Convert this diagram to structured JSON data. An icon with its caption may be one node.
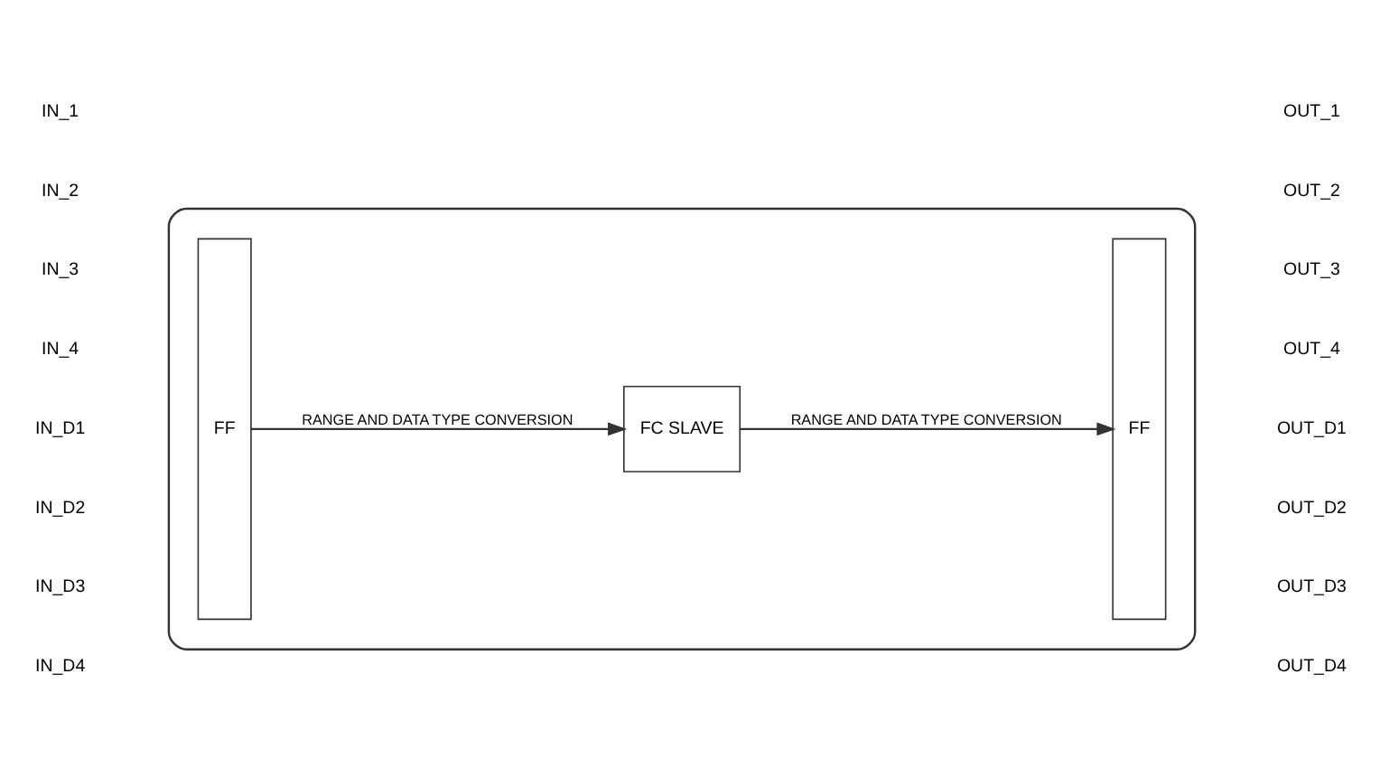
{
  "diagram": {
    "nodes": [
      {
        "text": [],
        "shape": "box"
      },
      {
        "text": [
          "FF"
        ],
        "in": 0
      },
      {
        "text": [
          "FC SLAVE"
        ],
        "in": 0
      },
      {
        "text": [
          "FF"
        ],
        "in": 0
      }
    ],
    "edges": [
      {
        "from": 1,
        "to": 2,
        "arrow": "to",
        "label": "RANGE AND DATA TYPE CONVERSION"
      },
      {
        "from": 2,
        "to": 3,
        "arrow": "to",
        "label": "RANGE AND DATA TYPE CONVERSION"
      }
    ],
    "labels": [
      "IN_1",
      "IN_2",
      "IN_3",
      "IN_4",
      "IN_D1",
      "IN_D2",
      "IN_D3",
      "IN_D4",
      "OUT_1",
      "OUT_2",
      "OUT_3",
      "OUT_4",
      "OUT_D1",
      "OUT_D2",
      "OUT_D3",
      "OUT_D4"
    ]
  }
}
